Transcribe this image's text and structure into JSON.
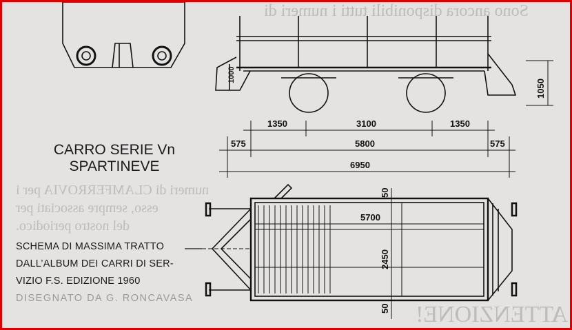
{
  "background_text": {
    "attention": "ATTENZIONE!",
    "line1": "Sono ancora disponibili tutti i numeri di",
    "line2": "numeri di CLAMFERROVIA per i",
    "line3": "esso, sempre associati per",
    "line4": "del nostro periodico."
  },
  "drawing": {
    "title_line1": "CARRO SERIE Vn",
    "title_line2": "SPARTINEVE",
    "caption_line1": "SCHEMA DI MASSIMA TRATTO",
    "caption_line2": "DALL’ALBUM DEI CARRI DI SER-",
    "caption_line3": "VIZIO F.S. EDIZIONE 1960",
    "credit": "DISEGNATO DA G. RONCAVASA",
    "dimensions": {
      "height_total": "1050",
      "height_inner": "1000",
      "overhang_left": "1350",
      "wheelbase": "3100",
      "overhang_right": "1350",
      "buffer_left": "575",
      "frame_length": "5800",
      "buffer_right": "575",
      "total_length": "6950",
      "plan_inner_length": "5700",
      "plan_width": "2450",
      "plan_margin_top": "50",
      "plan_margin_bottom": "50"
    }
  },
  "colors": {
    "border": "#e00000",
    "paper": "#e4e3e1",
    "ink": "#111111"
  }
}
